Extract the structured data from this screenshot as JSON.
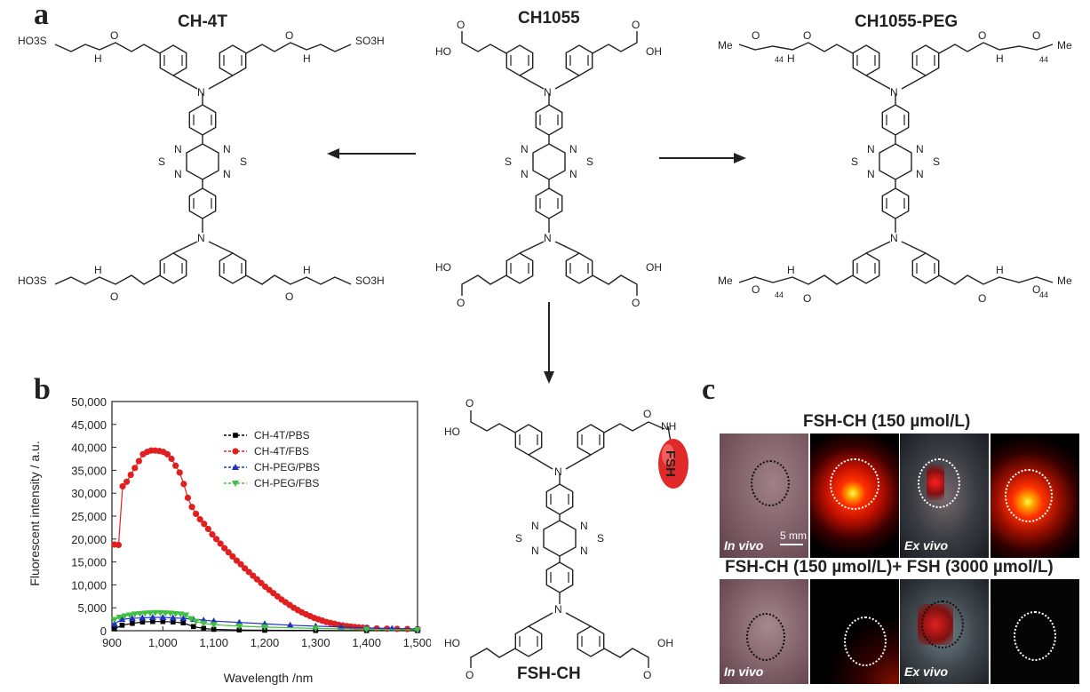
{
  "panels": {
    "a": "a",
    "b": "b",
    "c": "c"
  },
  "molecules": {
    "ch4t": "CH-4T",
    "ch1055": "CH1055",
    "peg": "CH1055-PEG",
    "fshch": "FSH-CH"
  },
  "chem_labels": {
    "so3h": "SO3H",
    "ho3s": "HO3S",
    "ho": "HO",
    "oh": "OH",
    "o": "O",
    "n": "N",
    "s": "S",
    "h": "H",
    "nh": "NH",
    "me": "Me",
    "n44": "44",
    "fsh": "FSH"
  },
  "panel_c": {
    "row1_title": "FSH-CH (150 µmol/L)",
    "row2_title": "FSH-CH  (150 µmol/L)+ FSH (3000 µmol/L)",
    "in_vivo": "In vivo",
    "ex_vivo": "Ex vivo",
    "scale_bar": "5 mm"
  },
  "chart_data": {
    "type": "scatter",
    "xlabel": "Wavelength /nm",
    "ylabel": "Fluorescent intensity / a.u.",
    "xlim": [
      900,
      1500
    ],
    "ylim": [
      0,
      50000
    ],
    "x_ticks": [
      "900",
      "1,000",
      "1,100",
      "1,200",
      "1,300",
      "1,400",
      "1,500"
    ],
    "y_ticks": [
      "0",
      "5,000",
      "10,000",
      "15,000",
      "20,000",
      "25,000",
      "30,000",
      "35,000",
      "40,000",
      "45,000",
      "50,000"
    ],
    "x_tick_values": [
      900,
      1000,
      1100,
      1200,
      1300,
      1400,
      1500
    ],
    "y_tick_values": [
      0,
      5000,
      10000,
      15000,
      20000,
      25000,
      30000,
      35000,
      40000,
      45000,
      50000
    ],
    "legend_position": "top-right",
    "series": [
      {
        "name": "CH-4T/PBS",
        "color": "#000000",
        "marker": "square",
        "x": [
          905,
          920,
          940,
          960,
          980,
          1000,
          1020,
          1040,
          1060,
          1080,
          1100,
          1150,
          1200,
          1300,
          1400,
          1500
        ],
        "y": [
          400,
          1200,
          1600,
          1900,
          2000,
          2000,
          1900,
          1700,
          900,
          500,
          300,
          150,
          100,
          50,
          30,
          20
        ]
      },
      {
        "name": "CH-4T/FBS",
        "color": "#e02020",
        "marker": "circle",
        "x": [
          905,
          913,
          921,
          929,
          937,
          945,
          953,
          961,
          969,
          977,
          985,
          993,
          1001,
          1009,
          1017,
          1025,
          1033,
          1041,
          1049,
          1057,
          1065,
          1073,
          1081,
          1089,
          1097,
          1105,
          1113,
          1121,
          1129,
          1137,
          1145,
          1153,
          1161,
          1169,
          1177,
          1185,
          1193,
          1201,
          1209,
          1217,
          1225,
          1233,
          1241,
          1249,
          1257,
          1265,
          1273,
          1281,
          1289,
          1297,
          1305,
          1313,
          1321,
          1329,
          1337,
          1345,
          1353,
          1361,
          1369,
          1377,
          1385,
          1393,
          1401,
          1420,
          1440,
          1460,
          1480,
          1500
        ],
        "y": [
          18800,
          18700,
          31500,
          32500,
          34000,
          35500,
          37000,
          38500,
          39000,
          39300,
          39300,
          39200,
          39000,
          38500,
          37500,
          36000,
          34500,
          32000,
          29000,
          27000,
          25500,
          24300,
          23300,
          22200,
          21000,
          20000,
          19000,
          18000,
          17100,
          16200,
          15300,
          14500,
          13600,
          12800,
          12000,
          11200,
          10400,
          9600,
          8900,
          8200,
          7500,
          6800,
          6200,
          5600,
          5000,
          4500,
          4000,
          3600,
          3200,
          2800,
          2500,
          2200,
          1900,
          1700,
          1500,
          1300,
          1150,
          1000,
          900,
          800,
          700,
          650,
          600,
          500,
          450,
          400,
          380,
          350
        ]
      },
      {
        "name": "CH-PEG/PBS",
        "color": "#2030c0",
        "marker": "triangle-up",
        "x": [
          905,
          920,
          940,
          960,
          980,
          1000,
          1020,
          1040,
          1060,
          1080,
          1100,
          1150,
          1200,
          1250,
          1300,
          1350,
          1400,
          1450,
          1500
        ],
        "y": [
          1500,
          2500,
          2700,
          2800,
          2900,
          2900,
          2800,
          2700,
          2500,
          2300,
          2100,
          1800,
          1500,
          1200,
          1000,
          800,
          600,
          500,
          400
        ]
      },
      {
        "name": "CH-PEG/FBS",
        "color": "#40c040",
        "marker": "triangle-down",
        "x": [
          905,
          915,
          925,
          935,
          945,
          955,
          965,
          975,
          985,
          995,
          1005,
          1015,
          1025,
          1035,
          1045,
          1055,
          1065,
          1080,
          1100,
          1150,
          1200,
          1300,
          1400,
          1500
        ],
        "y": [
          2400,
          2900,
          3200,
          3400,
          3600,
          3700,
          3800,
          3850,
          3900,
          3900,
          3850,
          3800,
          3700,
          3600,
          3400,
          2600,
          2000,
          1600,
          1300,
          1000,
          800,
          500,
          300,
          200
        ]
      }
    ]
  }
}
